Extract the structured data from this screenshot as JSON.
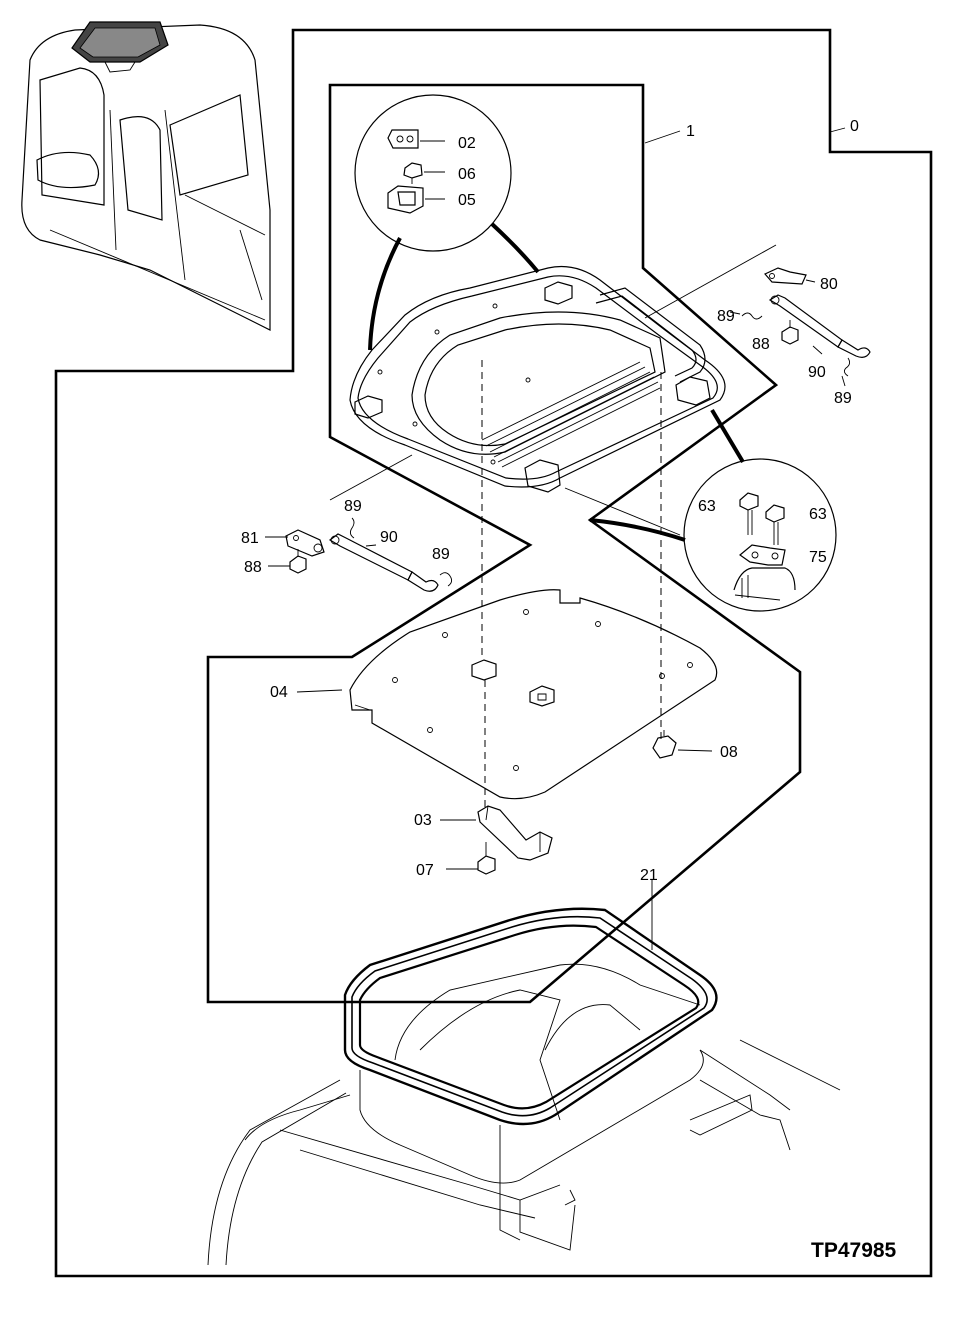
{
  "figure_id": "TP47985",
  "colors": {
    "ink": "#000000",
    "paper": "#ffffff"
  },
  "callouts": [
    {
      "id": "c00",
      "label": "0"
    },
    {
      "id": "c01",
      "label": "1"
    },
    {
      "id": "c02",
      "label": "02"
    },
    {
      "id": "c06",
      "label": "06"
    },
    {
      "id": "c05",
      "label": "05"
    },
    {
      "id": "c80",
      "label": "80"
    },
    {
      "id": "c89a",
      "label": "89"
    },
    {
      "id": "c88a",
      "label": "88"
    },
    {
      "id": "c90a",
      "label": "90"
    },
    {
      "id": "c89b",
      "label": "89"
    },
    {
      "id": "c63a",
      "label": "63"
    },
    {
      "id": "c63b",
      "label": "63"
    },
    {
      "id": "c75",
      "label": "75"
    },
    {
      "id": "c89c",
      "label": "89"
    },
    {
      "id": "c81",
      "label": "81"
    },
    {
      "id": "c90b",
      "label": "90"
    },
    {
      "id": "c88b",
      "label": "88"
    },
    {
      "id": "c89d",
      "label": "89"
    },
    {
      "id": "c04",
      "label": "04"
    },
    {
      "id": "c08",
      "label": "08"
    },
    {
      "id": "c03",
      "label": "03"
    },
    {
      "id": "c07",
      "label": "07"
    },
    {
      "id": "c21",
      "label": "21"
    }
  ]
}
